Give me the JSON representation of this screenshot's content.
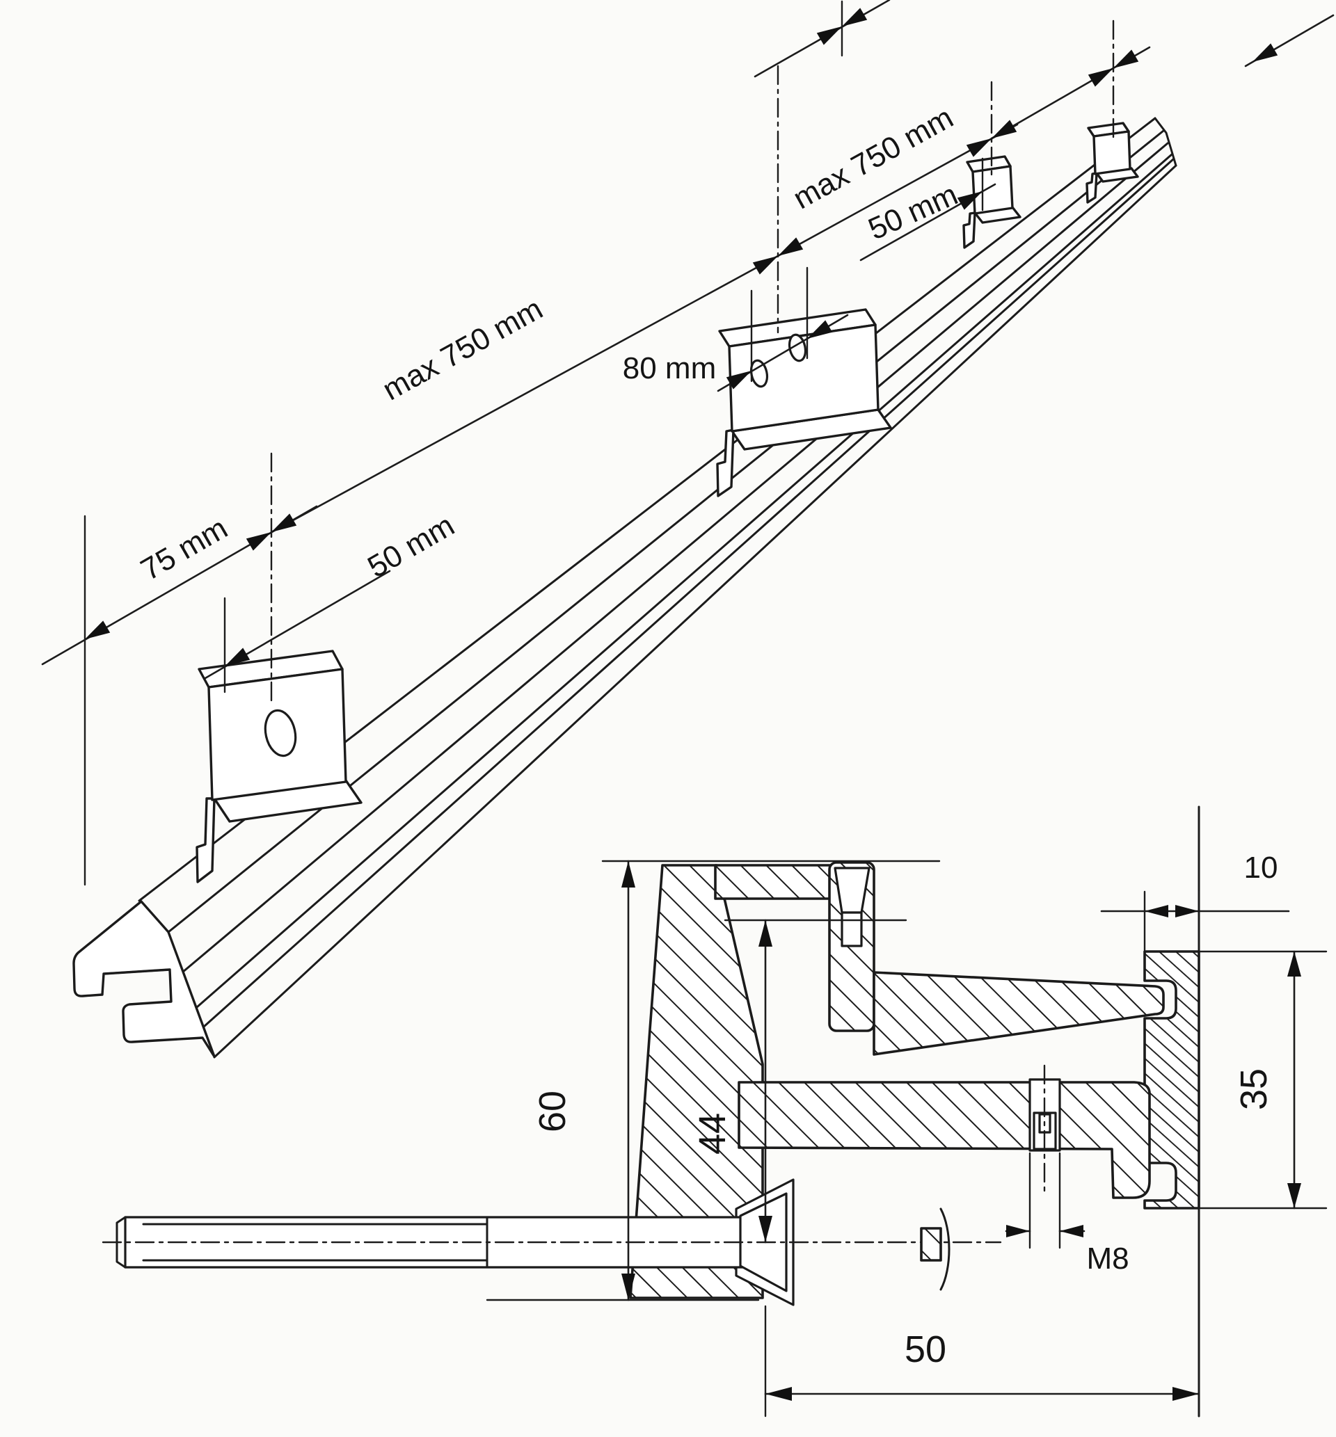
{
  "colors": {
    "ink": "#1b1b1b",
    "paper": "#fbfbf9"
  },
  "isometric_view": {
    "dimensions": {
      "span_1": "max 750 mm",
      "span_2": "max 750 mm",
      "end_offset": "75 mm",
      "bracket_1_width": "50 mm",
      "bracket_2_width": "80 mm",
      "bracket_3_width": "50 mm"
    }
  },
  "section_view": {
    "dimensions": {
      "total_height": "60",
      "hook_to_bolt_axis": "44",
      "rail_depth": "10",
      "rail_height": "35",
      "thread": "M8",
      "bracket_depth": "50"
    }
  }
}
